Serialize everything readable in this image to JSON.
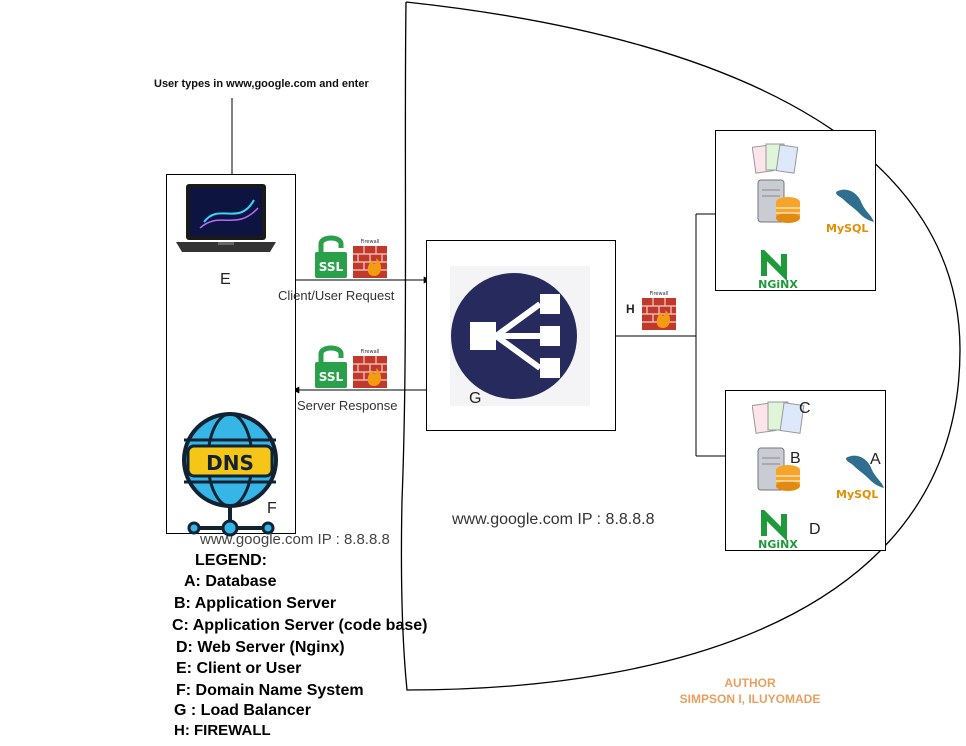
{
  "top_note": "User types in www,google.com and enter",
  "labels": {
    "client_request": "Client/User Request",
    "server_response": "Server Response",
    "ip_left": "www.google.com IP : 8.8.8.8",
    "ip_center": "www.google.com IP : 8.8.8.8",
    "ssl": "SSL",
    "firewall_tag": "Firewall"
  },
  "letters": {
    "e": "E",
    "f": "F",
    "g": "G",
    "h": "H",
    "a": "A",
    "b": "B",
    "c": "C",
    "d": "D"
  },
  "icons": {
    "dns": "DNS",
    "mysql": "MySQL",
    "nginx": "NGiNX"
  },
  "legend": {
    "title": "LEGEND:",
    "items": [
      "A: Database",
      "B: Application Server",
      "C: Application Server (code base)",
      "D: Web Server  (Nginx)",
      "E: Client or User",
      "F: Domain Name System",
      "G : Load Balancer",
      "H: FIREWALL"
    ]
  },
  "author": {
    "label": "AUTHOR",
    "name": "SIMPSON I, ILUYOMADE"
  },
  "colors": {
    "load_balancer_bg": "#272a5c",
    "nginx_green": "#1e9a3a",
    "ssl_green": "#2aa04a",
    "firewall_red": "#c0392b",
    "dns_blue": "#35b6e6",
    "author_orange": "#e8a060"
  }
}
